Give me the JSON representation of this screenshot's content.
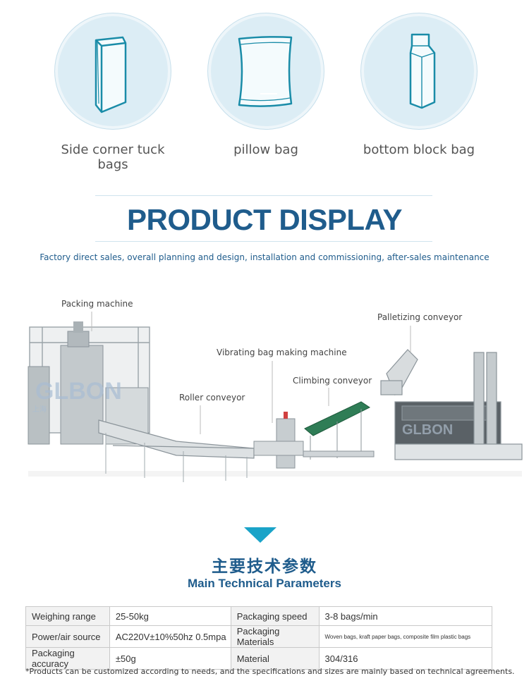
{
  "bags": [
    {
      "label": "Side corner tuck bags",
      "icon": "side-corner-tuck-bag-icon"
    },
    {
      "label": "pillow bag",
      "icon": "pillow-bag-icon"
    },
    {
      "label": "bottom block bag",
      "icon": "bottom-block-bag-icon"
    }
  ],
  "product_display": {
    "title": "PRODUCT DISPLAY",
    "subtitle": "Factory direct sales, overall planning and design, installation and commissioning, after-sales maintenance"
  },
  "machine_labels": {
    "packing": "Packing machine",
    "vibrating": "Vibrating bag making machine",
    "roller": "Roller conveyor",
    "climbing": "Climbing conveyor",
    "palletizing": "Palletizing conveyor",
    "watermark": "GLBON",
    "watermark_cn": "上海"
  },
  "parameters": {
    "title_cn": "主要技术参数",
    "title_en": "Main Technical Parameters",
    "rows": [
      {
        "k1": "Weighing range",
        "v1": "25-50kg",
        "k2": "Packaging speed",
        "v2": "3-8 bags/min"
      },
      {
        "k1": "Power/air source",
        "v1": "AC220V±10%50hz   0.5mpa",
        "k2": "Packaging Materials",
        "v2": "Woven bags, kraft paper bags, composite film plastic bags"
      },
      {
        "k1": "Packaging accuracy",
        "v1": "±50g",
        "k2": "Material",
        "v2": "304/316"
      }
    ],
    "note": "*Products can be customized according to needs, and the specifications and sizes are mainly based on technical agreements."
  },
  "colors": {
    "accent": "#1f5c8c",
    "triangle": "#1aa3c8",
    "circle": "#dcedf5",
    "icon_stroke": "#1a8ca8"
  }
}
